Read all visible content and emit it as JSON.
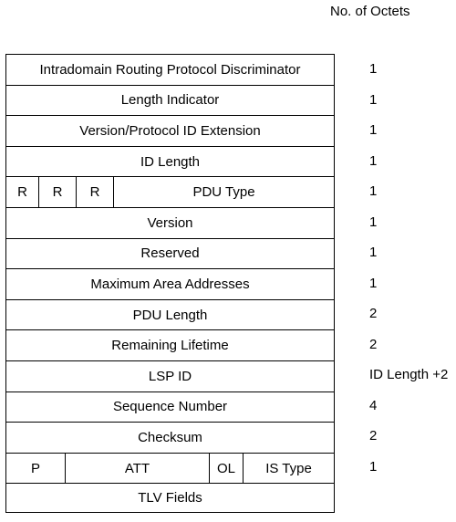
{
  "header": "No. of Octets",
  "rows": [
    {
      "fields": [
        "Intradomain Routing Protocol Discriminator"
      ],
      "octets": "1"
    },
    {
      "fields": [
        "Length Indicator"
      ],
      "octets": "1"
    },
    {
      "fields": [
        "Version/Protocol ID Extension"
      ],
      "octets": "1"
    },
    {
      "fields": [
        "ID Length"
      ],
      "octets": "1"
    },
    {
      "fields": [
        "R",
        "R",
        "R",
        "PDU Type"
      ],
      "octets": "1"
    },
    {
      "fields": [
        "Version"
      ],
      "octets": "1"
    },
    {
      "fields": [
        "Reserved"
      ],
      "octets": "1"
    },
    {
      "fields": [
        "Maximum Area Addresses"
      ],
      "octets": "1"
    },
    {
      "fields": [
        "PDU Length"
      ],
      "octets": "2"
    },
    {
      "fields": [
        "Remaining Lifetime"
      ],
      "octets": "2"
    },
    {
      "fields": [
        "LSP ID"
      ],
      "octets": "ID Length +2"
    },
    {
      "fields": [
        "Sequence Number"
      ],
      "octets": "4"
    },
    {
      "fields": [
        "Checksum"
      ],
      "octets": "2"
    },
    {
      "fields": [
        "P",
        "ATT",
        "OL",
        "IS Type"
      ],
      "octets": "1"
    },
    {
      "fields": [
        "TLV Fields"
      ],
      "octets": ""
    }
  ]
}
